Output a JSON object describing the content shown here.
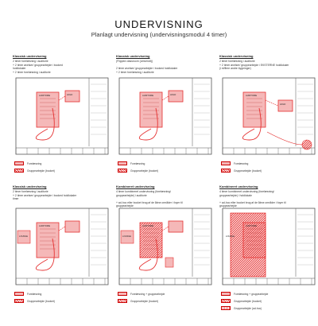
{
  "header": {
    "title": "UNDERVISNING",
    "subtitle": "Planlagt undervisning (undervisningsmodul 4 timer)"
  },
  "colors": {
    "accent": "#e53030",
    "fill": "#f5b8b8",
    "wall": "#555555"
  },
  "panels": [
    {
      "title": "Klassisk undervisning",
      "lines": [
        "2 timer forelæsning i auditorie",
        "+ 2 timer øvelser/ gruppearbejde i booked",
        "holdlokaler",
        "+ 2 timer forelæsning i auditorie"
      ],
      "plan_labels": [
        "HOLD",
        "AUDITORIE"
      ],
      "legend": [
        "Forelæsning",
        "Gruppearbejde (booket)"
      ]
    },
    {
      "title": "Klassisk undervisning",
      "lines": [
        "(Flipped classroom (omvendt))",
        "",
        "2 timer øvelser/ gruppearbejde i booked holdlokaler",
        "+ 2 timer forelæsning i auditorie"
      ],
      "plan_labels": [
        "HOLD",
        "AUDITORIE"
      ],
      "legend": [
        "Forelæsning",
        "Gruppearbejde (booket)"
      ]
    },
    {
      "title": "Klassisk undervisning",
      "lines": [
        "2 timer forelæsning i auditorie",
        "+ 2 timer øvelser/ gruppearbejde i EKSTERNE holdlokaler",
        "(i et/flere andre bygninger)"
      ],
      "plan_labels": [
        "HOLD",
        "AUDITORIE"
      ],
      "legend": [
        "Forelæsning",
        "Gruppearbejde (booket)"
      ]
    },
    {
      "title": "Klassisk undervisning",
      "lines": [
        "2 timer forelæsning i auditorie",
        "+ 2 timer øvelser/ gruppearbejde i booked holdlokaler",
        "timer"
      ],
      "plan_labels": [
        "LOUNGE",
        "AUDITORIE"
      ],
      "legend": [
        "Forelæsning",
        "Gruppearbejde (booket)"
      ]
    },
    {
      "title": "Kombineret undervisning",
      "lines": [
        "4 timer kombineret undervisning (forelæsning/",
        "gruppearbejde) i auditorie",
        "",
        "+ ad-hoc eller booket brug af de åbne områder i foyer til",
        "gruppearbejde"
      ],
      "plan_labels": [
        "LOUNGE",
        "AUDITORIE"
      ],
      "legend": [
        "Forelæsning + gruppearbejde",
        "Gruppearbejde (booket)"
      ]
    },
    {
      "title": "Kombineret undervisning",
      "lines": [
        "4 timer kombineret undervisning (forelæsning/",
        "gruppearbejde) i holdlokale",
        "",
        "+ ad-hoc eller booket brug af de åbne områder i foyer til",
        "gruppearbejde"
      ],
      "plan_labels": [
        "LOUNGE",
        "AUDITORIE"
      ],
      "legend": [
        "Forelæsning + gruppearbejde",
        "Gruppearbejde (booket)",
        "Gruppearbejde (ad-hoc)"
      ]
    }
  ]
}
